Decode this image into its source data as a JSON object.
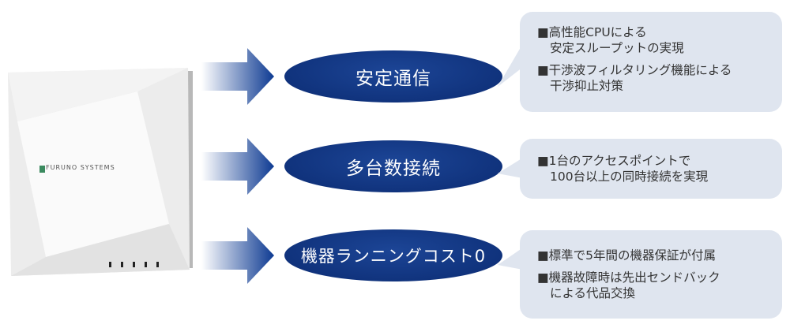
{
  "device": {
    "brand": "FURUNO SYSTEMS"
  },
  "features": [
    {
      "title": "安定通信",
      "items": [
        [
          "■高性能CPUによる",
          "安定スループットの実現"
        ],
        [
          "■干渉波フィルタリング機能による",
          "干渉抑止対策"
        ]
      ]
    },
    {
      "title": "多台数接続",
      "items": [
        [
          "■1台のアクセスポイントで",
          "100台以上の同時接続を実現"
        ]
      ]
    },
    {
      "title": "機器ランニングコスト0",
      "items": [
        [
          "■標準で5年間の機器保証が付属"
        ],
        [
          "■機器故障時は先出センドバック",
          "による代品交換"
        ]
      ]
    }
  ],
  "colors": {
    "ellipse": "#0b2b72",
    "bubble": "#dfe5ef",
    "arrow": "#1a4aa0"
  }
}
